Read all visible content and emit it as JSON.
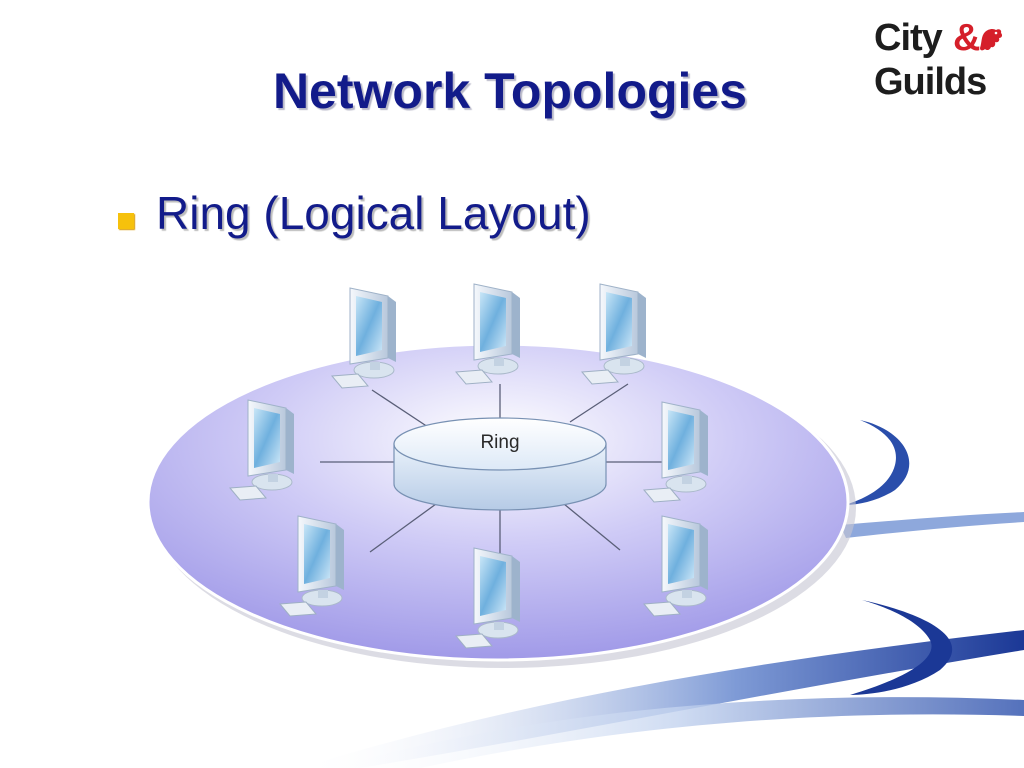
{
  "slide": {
    "title": "Network Topologies",
    "bullet": "Ring (Logical Layout)"
  },
  "logo": {
    "line1": "City",
    "ampersand": "&",
    "line2": "Guilds",
    "emblem": "lion-icon"
  },
  "diagram": {
    "hub_label": "Ring",
    "node_count": 8,
    "node_icon": "computer-monitor-icon"
  },
  "colors": {
    "title": "#121b8a",
    "bullet_square": "#f6c10c",
    "ring_disk": "#a9a4ec",
    "swoosh": "#1e3a9a",
    "logo_accent": "#d51f2a"
  }
}
